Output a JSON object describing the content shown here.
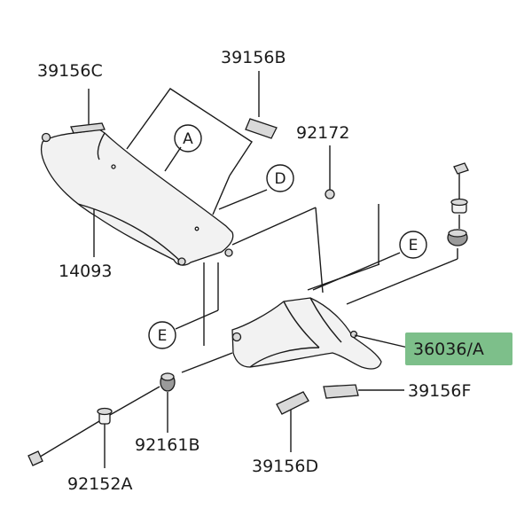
{
  "diagram": {
    "callouts": [
      "39156C",
      "39156B",
      "92172",
      "14093",
      "36036/A",
      "39156F",
      "92161B",
      "92152A",
      "39156D"
    ],
    "references": [
      "A",
      "D",
      "E",
      "E"
    ],
    "highlight_color": "#7dbf8a"
  }
}
